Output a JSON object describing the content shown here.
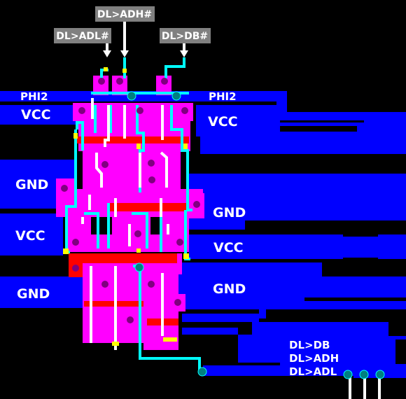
{
  "input_tags": {
    "adh": "DL>ADH#",
    "adl": "DL>ADL#",
    "db": "DL>DB#"
  },
  "rail_labels": {
    "phi2_left": "PHI2",
    "phi2_right": "PHI2",
    "vcc_left_1": "VCC",
    "vcc_right_1": "VCC",
    "gnd_left_1": "GND",
    "gnd_right_1": "GND",
    "vcc_left_2": "VCC",
    "vcc_right_2": "VCC",
    "gnd_left_2": "GND",
    "gnd_right_2": "GND"
  },
  "output_labels": {
    "db": "DL>DB",
    "adh": "DL>ADH",
    "adl": "DL>ADL"
  },
  "colors": {
    "background": "#000000",
    "metal": "#0000ff",
    "diffusion": "#ff00ff",
    "polysilicon": "#00ffff",
    "buried": "#ff0000",
    "gate": "#ffffff",
    "contact": "#800080",
    "via": "#008080",
    "tag_fill": "#808080"
  }
}
